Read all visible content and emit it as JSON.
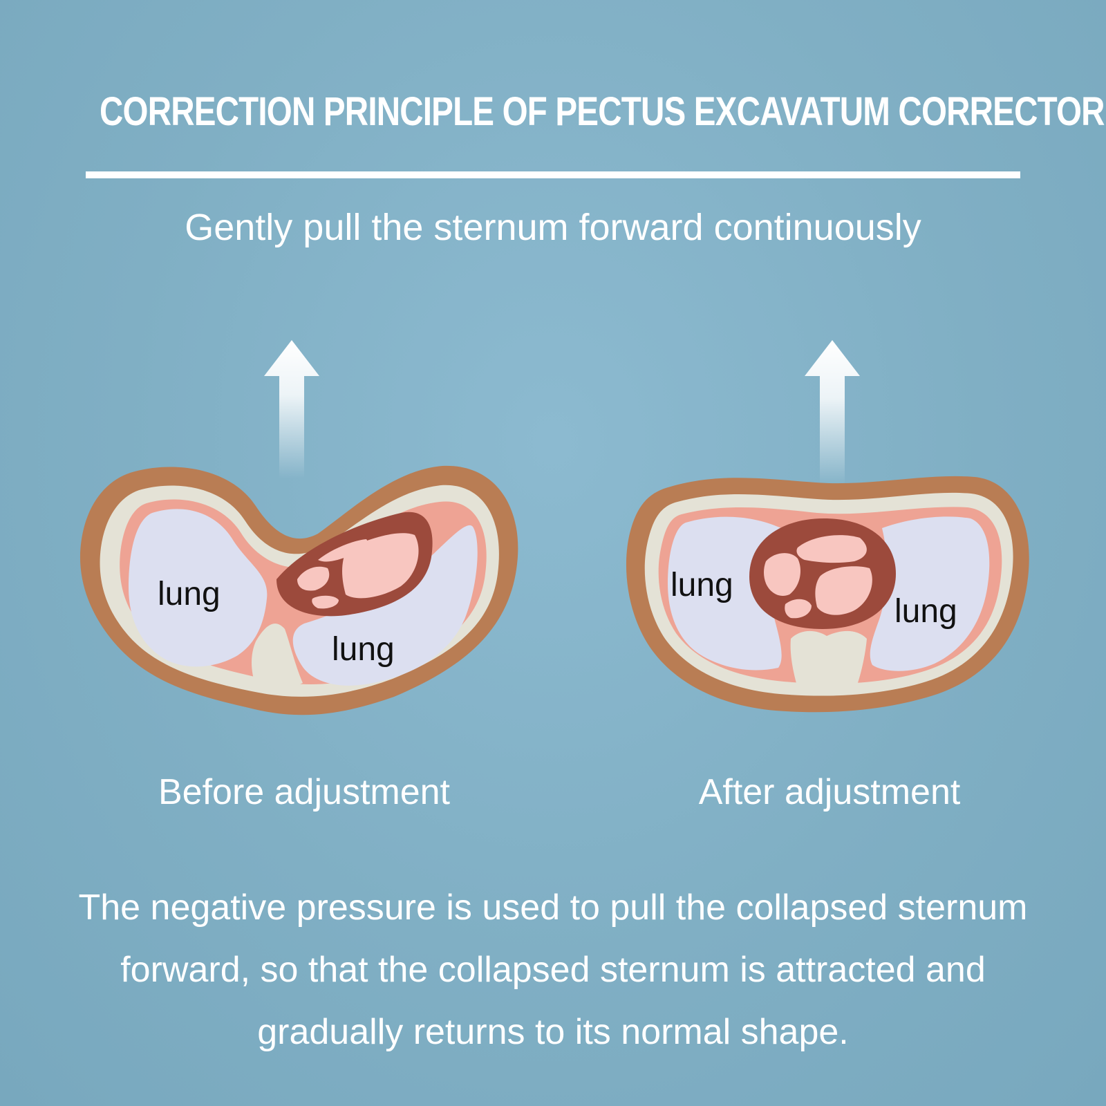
{
  "title": "CORRECTION PRINCIPLE OF PECTUS EXCAVATUM CORRECTOR",
  "subtitle": "Gently pull the sternum forward continuously",
  "before": {
    "caption": "Before adjustment",
    "lung_left": "lung",
    "lung_right": "lung"
  },
  "after": {
    "caption": "After adjustment",
    "lung_left": "lung",
    "lung_right": "lung"
  },
  "description": {
    "line1": "The negative pressure is used to pull the collapsed sternum",
    "line2": "forward, so that the collapsed sternum is attracted and",
    "line3": "gradually returns to its normal shape."
  },
  "colors": {
    "background": "#82b1c6",
    "skin": "#b97d54",
    "fat": "#e4e2d6",
    "tissue": "#eea394",
    "lung": "#dcdff0",
    "heart_wall": "#9c4a3c",
    "heart_inner": "#f8c6c0"
  }
}
